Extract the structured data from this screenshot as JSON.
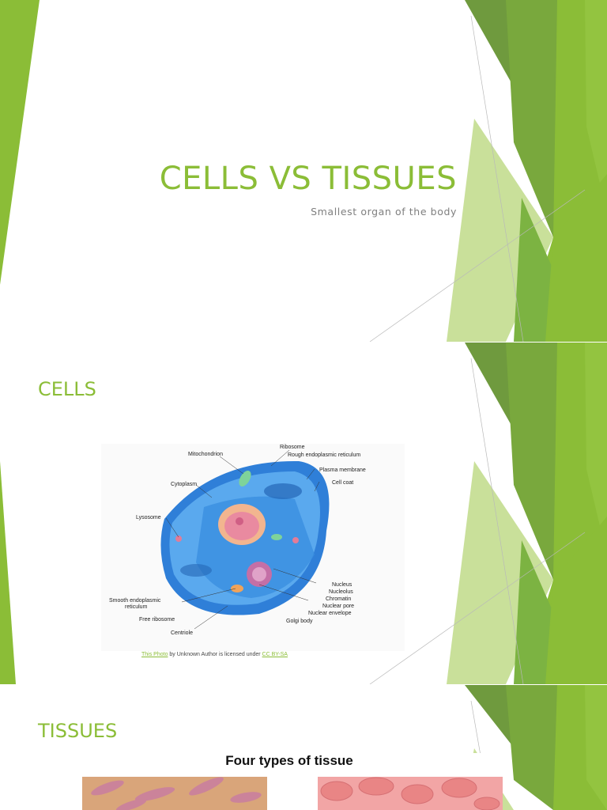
{
  "slide1": {
    "title": "CELLS VS TISSUES",
    "subtitle": "Smallest organ of the body"
  },
  "slide2": {
    "heading": "CELLS",
    "diagram_labels": {
      "ribosome": "Ribosome",
      "rough_er": "Rough endoplasmic reticulum",
      "mitochondrion": "Mitochondrion",
      "plasma_membrane": "Plasma membrane",
      "cell_coat": "Cell coat",
      "cytoplasm": "Cytoplasm",
      "lysosome": "Lysosome",
      "nucleus": "Nucleus",
      "nucleolus": "Nucleolus",
      "chromatin": "Chromatin",
      "nuclear_pore": "Nuclear pore",
      "nuclear_envelope": "Nuclear envelope",
      "golgi_body": "Golgi body",
      "smooth_er_1": "Smooth endoplasmic",
      "smooth_er_2": "reticulum",
      "free_ribosome": "Free ribosome",
      "centriole": "Centriole"
    },
    "caption": {
      "link1": "This Photo",
      "middle": " by Unknown Author is licensed under ",
      "link2": "CC BY-SA"
    }
  },
  "slide3": {
    "heading": "TISSUES",
    "figure_title": "Four types of tissue"
  },
  "colors": {
    "accent_green": "#8bbd37",
    "dark_green": "#6f9a3e",
    "light_green": "#c9e09a"
  }
}
